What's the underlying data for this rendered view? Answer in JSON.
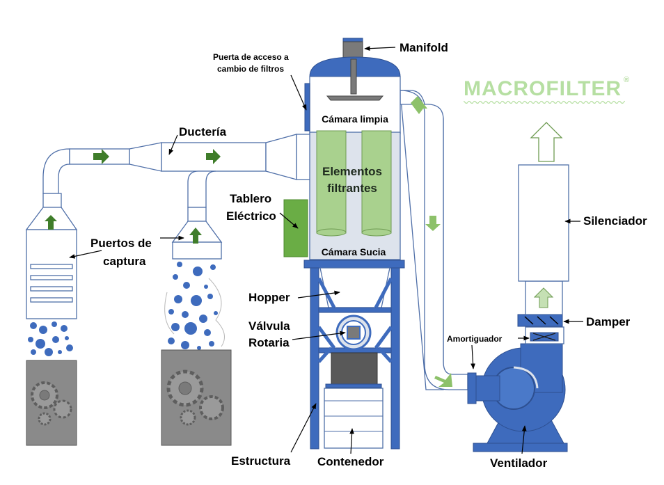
{
  "brand": {
    "name": "MACROFILTER",
    "reg": "®"
  },
  "labels": {
    "manifold": "Manifold",
    "access_door_1": "Puerta de acceso a",
    "access_door_2": "cambio de filtros",
    "clean_chamber": "Cámara limpia",
    "ducting": "Ductería",
    "filter_elements_1": "Elementos",
    "filter_elements_2": "filtrantes",
    "electrical_panel_1": "Tablero",
    "electrical_panel_2": "Eléctrico",
    "dirty_chamber": "Cámara Sucia",
    "capture_ports_1": "Puertos de",
    "capture_ports_2": "captura",
    "hopper": "Hopper",
    "rotary_valve_1": "Válvula",
    "rotary_valve_2": "Rotaria",
    "structure": "Estructura",
    "container": "Contenedor",
    "silencer": "Silenciador",
    "damper": "Damper",
    "shock_absorber": "Amortiguador",
    "fan": "Ventilador"
  },
  "colors": {
    "equipment_blue": "#3e6bbd",
    "filter_green": "#a9d18e",
    "flow_arrow_dark": "#3f7d2a",
    "flow_arrow_light": "#8dc16a",
    "panel_green": "#6aad45",
    "brand_green": "#b6dfa2"
  }
}
